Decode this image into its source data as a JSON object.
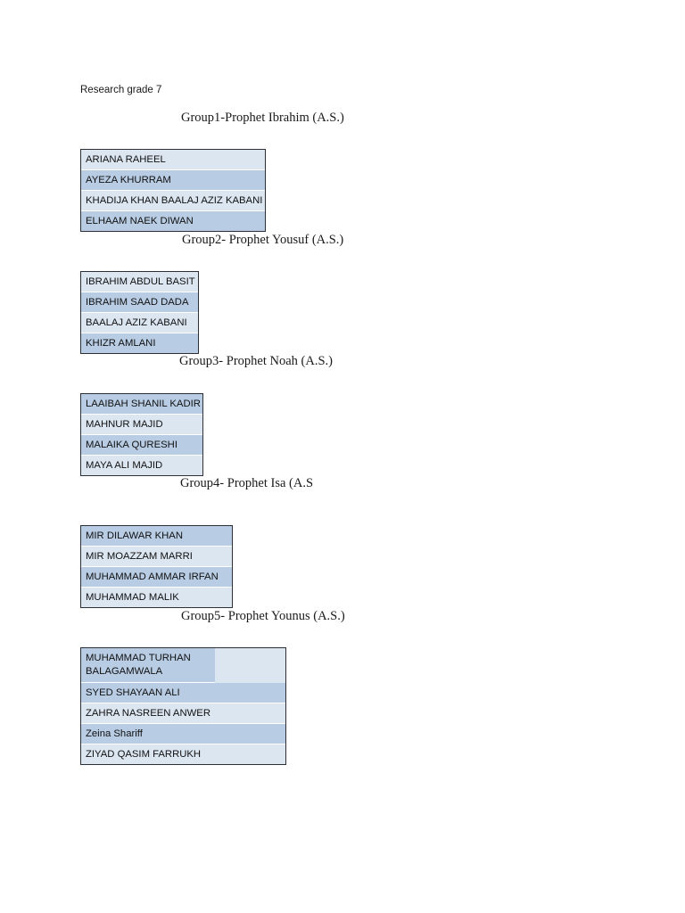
{
  "document": {
    "title": "Research grade 7",
    "colors": {
      "row_light": "#dce6f1",
      "row_dark": "#b8cce4",
      "table_border": "#2c2f33",
      "page_background": "#ffffff",
      "text": "#111111"
    }
  },
  "groups": [
    {
      "heading": "Group1-Prophet Ibrahim (A.S.)",
      "members": [
        {
          "name": "ARIANA RAHEEL",
          "shade": "light"
        },
        {
          "name": "AYEZA KHURRAM",
          "shade": "dark"
        },
        {
          "name": "KHADIJA KHAN BAALAJ AZIZ KABANI",
          "shade": "light"
        },
        {
          "name": "ELHAAM NAEK DIWAN",
          "shade": "dark"
        }
      ]
    },
    {
      "heading": "Group2- Prophet Yousuf (A.S.)",
      "members": [
        {
          "name": "IBRAHIM ABDUL BASIT",
          "shade": "light"
        },
        {
          "name": "IBRAHIM SAAD DADA",
          "shade": "dark"
        },
        {
          "name": "BAALAJ AZIZ KABANI",
          "shade": "light"
        },
        {
          "name": "KHIZR AMLANI",
          "shade": "dark"
        }
      ]
    },
    {
      "heading": "Group3- Prophet Noah (A.S.)",
      "members": [
        {
          "name": "LAAIBAH SHANIL KADIR",
          "shade": "dark"
        },
        {
          "name": "MAHNUR MAJID",
          "shade": "light"
        },
        {
          "name": "MALAIKA QURESHI",
          "shade": "dark"
        },
        {
          "name": "MAYA ALI MAJID",
          "shade": "light"
        }
      ]
    },
    {
      "heading": "Group4- Prophet Isa (A.S",
      "members": [
        {
          "name": "MIR DILAWAR KHAN",
          "shade": "dark"
        },
        {
          "name": "MIR MOAZZAM MARRI",
          "shade": "light"
        },
        {
          "name": "MUHAMMAD AMMAR IRFAN",
          "shade": "dark"
        },
        {
          "name": "MUHAMMAD MALIK",
          "shade": "light"
        }
      ]
    },
    {
      "heading": "Group5- Prophet Younus (A.S.)",
      "members": [
        {
          "name": "MUHAMMAD TURHAN BALAGAMWALA",
          "shade": "dark"
        },
        {
          "name": "SYED SHAYAAN ALI",
          "shade": "dark"
        },
        {
          "name": "ZAHRA NASREEN ANWER",
          "shade": "light"
        },
        {
          "name": "Zeina Shariff",
          "shade": "dark"
        },
        {
          "name": "ZIYAD QASIM FARRUKH",
          "shade": "light"
        }
      ]
    }
  ]
}
